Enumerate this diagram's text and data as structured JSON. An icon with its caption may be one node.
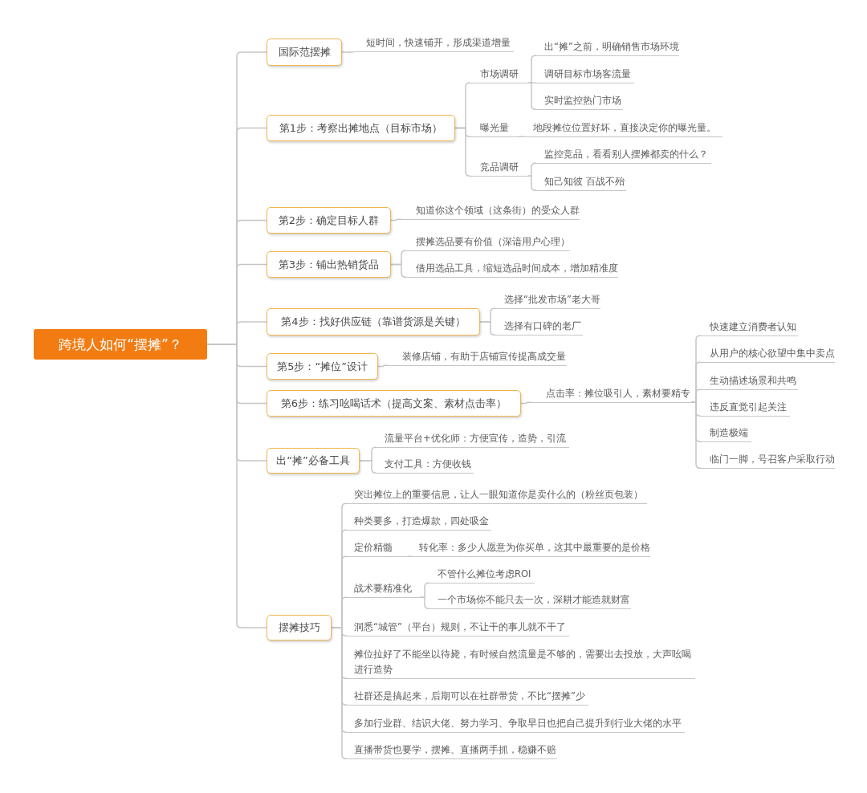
{
  "diagram": {
    "nodes": [
      {
        "text": [
          "跨境人如何“摆摊”？"
        ]
      },
      {
        "text": [
          "国际范摆摊"
        ]
      },
      {
        "text": [
          "短时间，快速铺开，形成渠道增量"
        ]
      },
      {
        "text": [
          "第1步：考察出摊地点（目标市场）"
        ]
      },
      {
        "text": [
          "市场调研"
        ]
      },
      {
        "text": [
          "出“摊”之前，明确销售市场环境"
        ]
      },
      {
        "text": [
          "调研目标市场客流量"
        ]
      },
      {
        "text": [
          "实时监控热门市场"
        ]
      },
      {
        "text": [
          "曝光量"
        ]
      },
      {
        "text": [
          "地段摊位位置好坏，直接决定你的曝光量。"
        ]
      },
      {
        "text": [
          "竞品调研"
        ]
      },
      {
        "text": [
          "监控竞品，看看别人摆摊都卖的什么？"
        ]
      },
      {
        "text": [
          "知己知彼 百战不殆"
        ]
      },
      {
        "text": [
          "第2步：确定目标人群"
        ]
      },
      {
        "text": [
          "知道你这个领域（这条街）的受众人群"
        ]
      },
      {
        "text": [
          "第3步：铺出热销货品"
        ]
      },
      {
        "text": [
          "摆摊选品要有价值（深谙用户心理）"
        ]
      },
      {
        "text": [
          "借用选品工具，缩短选品时间成本，增加精准度"
        ]
      },
      {
        "text": [
          "第4步：找好供应链（靠谱货源是关键）"
        ]
      },
      {
        "text": [
          "选择“批发市场”老大哥"
        ]
      },
      {
        "text": [
          "选择有口碑的老厂"
        ]
      },
      {
        "text": [
          "第5步：“摊位”设计"
        ]
      },
      {
        "text": [
          "装修店铺，有助于店铺宣传提高成交量"
        ]
      },
      {
        "text": [
          "第6步：练习吆喝话术（提高文案、素材点击率）"
        ]
      },
      {
        "text": [
          "点击率：摊位吸引人，素材要精专"
        ]
      },
      {
        "text": [
          "快速建立消费者认知"
        ]
      },
      {
        "text": [
          "从用户的核心欲望中集中卖点"
        ]
      },
      {
        "text": [
          "生动描述场景和共鸣"
        ]
      },
      {
        "text": [
          "违反直觉引起关注"
        ]
      },
      {
        "text": [
          "制造极端"
        ]
      },
      {
        "text": [
          "临门一脚，号召客户采取行动"
        ]
      },
      {
        "text": [
          "出“摊”必备工具"
        ]
      },
      {
        "text": [
          "流量平台+优化师：方便宣传，造势，引流"
        ]
      },
      {
        "text": [
          "支付工具：方便收钱"
        ]
      },
      {
        "text": [
          "摆摊技巧"
        ]
      },
      {
        "text": [
          "突出摊位上的重要信息，让人一眼知道你是卖什么的（粉丝页包装）"
        ]
      },
      {
        "text": [
          "种类要多，打造爆款，四处吸金"
        ]
      },
      {
        "text": [
          "定价精髓"
        ]
      },
      {
        "text": [
          "转化率：多少人愿意为你买单，这其中最重要的是价格"
        ]
      },
      {
        "text": [
          "战术要精准化"
        ]
      },
      {
        "text": [
          "不管什么摊位考虑ROI"
        ]
      },
      {
        "text": [
          "一个市场你不能只去一次，深耕才能造就财富"
        ]
      },
      {
        "text": [
          "洞悉“城管”（平台）规则，不让干的事儿就不干了"
        ]
      },
      {
        "text": [
          "摊位拉好了不能坐以待毙，有时候自然流量是不够的，需要出去投放，大声吆喝进行造势"
        ]
      },
      {
        "text": [
          "社群还是搞起来，后期可以在社群带货，不比“摆摊”少"
        ]
      },
      {
        "text": [
          "多加行业群、结识大佬、努力学习、争取早日也把自己提升到行业大佬的水平"
        ]
      },
      {
        "text": [
          "直播带货也要学，摆摊、直播两手抓，稳赚不赔"
        ]
      }
    ],
    "edges": [
      {
        "from": 0,
        "to": 1,
        "arrow": "none"
      },
      {
        "from": 1,
        "to": 2,
        "arrow": "none"
      },
      {
        "from": 0,
        "to": 3,
        "arrow": "none"
      },
      {
        "from": 3,
        "to": 4,
        "arrow": "none"
      },
      {
        "from": 4,
        "to": 5,
        "arrow": "none"
      },
      {
        "from": 4,
        "to": 6,
        "arrow": "none"
      },
      {
        "from": 4,
        "to": 7,
        "arrow": "none"
      },
      {
        "from": 3,
        "to": 8,
        "arrow": "none"
      },
      {
        "from": 8,
        "to": 9,
        "arrow": "none"
      },
      {
        "from": 3,
        "to": 10,
        "arrow": "none"
      },
      {
        "from": 10,
        "to": 11,
        "arrow": "none"
      },
      {
        "from": 10,
        "to": 12,
        "arrow": "none"
      },
      {
        "from": 0,
        "to": 13,
        "arrow": "none"
      },
      {
        "from": 13,
        "to": 14,
        "arrow": "none"
      },
      {
        "from": 0,
        "to": 15,
        "arrow": "none"
      },
      {
        "from": 15,
        "to": 16,
        "arrow": "none"
      },
      {
        "from": 15,
        "to": 17,
        "arrow": "none"
      },
      {
        "from": 0,
        "to": 18,
        "arrow": "none"
      },
      {
        "from": 18,
        "to": 19,
        "arrow": "none"
      },
      {
        "from": 18,
        "to": 20,
        "arrow": "none"
      },
      {
        "from": 0,
        "to": 21,
        "arrow": "none"
      },
      {
        "from": 21,
        "to": 22,
        "arrow": "none"
      },
      {
        "from": 0,
        "to": 23,
        "arrow": "none"
      },
      {
        "from": 23,
        "to": 24,
        "arrow": "none"
      },
      {
        "from": 24,
        "to": 25,
        "arrow": "none"
      },
      {
        "from": 24,
        "to": 26,
        "arrow": "none"
      },
      {
        "from": 24,
        "to": 27,
        "arrow": "none"
      },
      {
        "from": 24,
        "to": 28,
        "arrow": "none"
      },
      {
        "from": 24,
        "to": 29,
        "arrow": "none"
      },
      {
        "from": 24,
        "to": 30,
        "arrow": "none"
      },
      {
        "from": 0,
        "to": 31,
        "arrow": "none"
      },
      {
        "from": 31,
        "to": 32,
        "arrow": "none"
      },
      {
        "from": 31,
        "to": 33,
        "arrow": "none"
      },
      {
        "from": 0,
        "to": 34,
        "arrow": "none"
      },
      {
        "from": 34,
        "to": 35,
        "arrow": "none"
      },
      {
        "from": 34,
        "to": 36,
        "arrow": "none"
      },
      {
        "from": 34,
        "to": 37,
        "arrow": "none"
      },
      {
        "from": 37,
        "to": 38,
        "arrow": "none"
      },
      {
        "from": 34,
        "to": 39,
        "arrow": "none"
      },
      {
        "from": 39,
        "to": 40,
        "arrow": "none"
      },
      {
        "from": 39,
        "to": 41,
        "arrow": "none"
      },
      {
        "from": 34,
        "to": 42,
        "arrow": "none"
      },
      {
        "from": 34,
        "to": 43,
        "arrow": "none"
      },
      {
        "from": 34,
        "to": 44,
        "arrow": "none"
      },
      {
        "from": 34,
        "to": 45,
        "arrow": "none"
      },
      {
        "from": 34,
        "to": 46,
        "arrow": "none"
      }
    ]
  }
}
